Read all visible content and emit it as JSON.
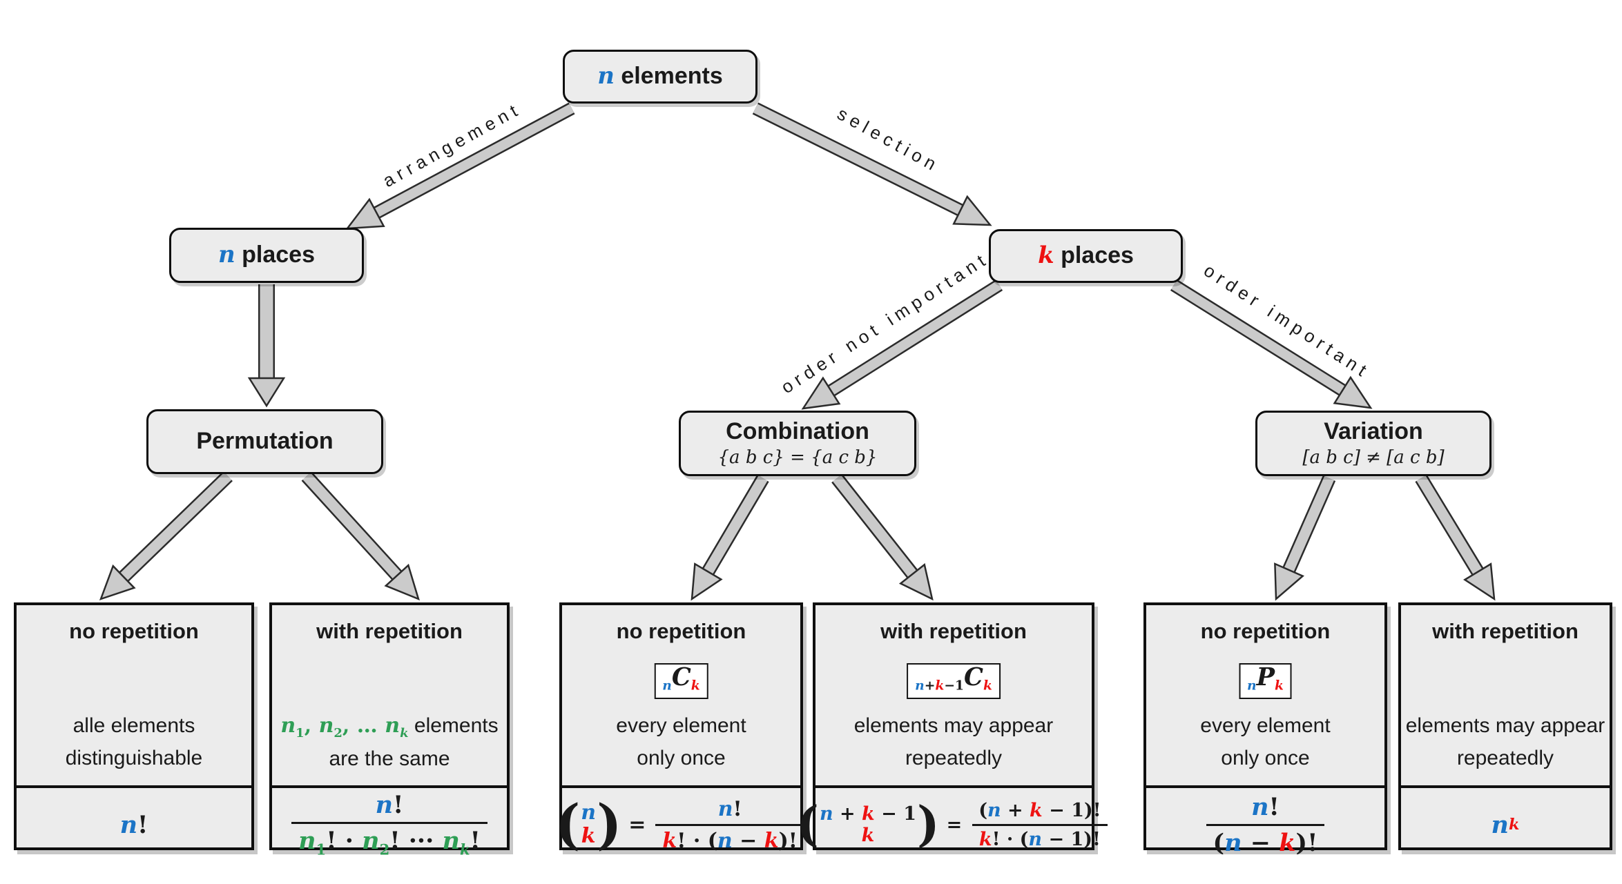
{
  "colors": {
    "blue": "#1b74c6",
    "red": "#ee1212",
    "green": "#2e9e55",
    "box_fill": "#ececec",
    "arrow_fill": "#cbcbcb",
    "arrow_stroke": "#2b2b2b"
  },
  "symbols": {
    "equals": "=",
    "lparen": "(",
    "rparen": ")"
  },
  "nodes": {
    "elements": {
      "title_tokens": [
        {
          "t": "n",
          "cls": "b v"
        },
        {
          "t": " elements",
          "cls": ""
        }
      ]
    },
    "nplaces": {
      "title_tokens": [
        {
          "t": "n",
          "cls": "b v"
        },
        {
          "t": " places",
          "cls": ""
        }
      ]
    },
    "kplaces": {
      "title_tokens": [
        {
          "t": "k",
          "cls": "r v"
        },
        {
          "t": " places",
          "cls": ""
        }
      ]
    },
    "permutation": {
      "title": "Permutation"
    },
    "combination": {
      "title": "Combination",
      "subtitle": "{a b c} = {a c b}"
    },
    "variation": {
      "title": "Variation",
      "subtitle": "[a b c] ≠ [a c b]"
    }
  },
  "edges": {
    "arrangement": "arrangement",
    "selection": "selection",
    "order_not_important": "order not important",
    "order_important": "order important"
  },
  "leaves": [
    {
      "title": "no repetition",
      "desc1": [
        {
          "t": "alle elements",
          "cls": ""
        }
      ],
      "desc2": [
        {
          "t": "distinguishable",
          "cls": ""
        }
      ],
      "formula": [
        {
          "t": "n",
          "cls": "b v"
        },
        {
          "t": "!",
          "cls": ""
        }
      ]
    },
    {
      "title": "with repetition",
      "desc1": [
        {
          "t": "n",
          "cls": "g v"
        },
        {
          "t": "1",
          "cls": "g sub"
        },
        {
          "t": ", ",
          "cls": "g"
        },
        {
          "t": "n",
          "cls": "g v"
        },
        {
          "t": "2",
          "cls": "g sub"
        },
        {
          "t": ", … ",
          "cls": "g"
        },
        {
          "t": "n",
          "cls": "g v"
        },
        {
          "t": "k",
          "cls": "g v sub"
        },
        {
          "t": " elements",
          "cls": ""
        }
      ],
      "desc2": [
        {
          "t": "are the same",
          "cls": ""
        }
      ],
      "frac_num": [
        {
          "t": "n",
          "cls": "b v"
        },
        {
          "t": "!",
          "cls": ""
        }
      ],
      "frac_den": [
        {
          "t": "n",
          "cls": "g v"
        },
        {
          "t": "1",
          "cls": "g sub"
        },
        {
          "t": "! · ",
          "cls": ""
        },
        {
          "t": "n",
          "cls": "g v"
        },
        {
          "t": "2",
          "cls": "g sub"
        },
        {
          "t": "! ··· ",
          "cls": ""
        },
        {
          "t": "n",
          "cls": "g v"
        },
        {
          "t": "k",
          "cls": "g v sub"
        },
        {
          "t": "!",
          "cls": ""
        }
      ]
    },
    {
      "title": "no repetition",
      "badge": [
        {
          "t": "n",
          "cls": "b v sub"
        },
        {
          "t": "C",
          "cls": "big"
        },
        {
          "t": "k",
          "cls": "r v sub"
        }
      ],
      "desc1": [
        {
          "t": "every element",
          "cls": ""
        }
      ],
      "desc2": [
        {
          "t": "only once",
          "cls": ""
        }
      ],
      "binom_top": [
        {
          "t": "n",
          "cls": "b v"
        }
      ],
      "binom_bottom": [
        {
          "t": "k",
          "cls": "r v"
        }
      ],
      "frac_num": [
        {
          "t": "n",
          "cls": "b v"
        },
        {
          "t": "!",
          "cls": ""
        }
      ],
      "frac_den": [
        {
          "t": "k",
          "cls": "r v"
        },
        {
          "t": "! · (",
          "cls": ""
        },
        {
          "t": "n",
          "cls": "b v"
        },
        {
          "t": " − ",
          "cls": ""
        },
        {
          "t": "k",
          "cls": "r v"
        },
        {
          "t": ")!",
          "cls": ""
        }
      ]
    },
    {
      "title": "with repetition",
      "badge": [
        {
          "t": "n",
          "cls": "b v sub"
        },
        {
          "t": "+",
          "cls": "sub"
        },
        {
          "t": "k",
          "cls": "r v sub"
        },
        {
          "t": "−1",
          "cls": "sub"
        },
        {
          "t": "C",
          "cls": "big"
        },
        {
          "t": "k",
          "cls": "r v sub"
        }
      ],
      "desc1": [
        {
          "t": "elements may appear",
          "cls": ""
        }
      ],
      "desc2": [
        {
          "t": "repeatedly",
          "cls": ""
        }
      ],
      "binom_top": [
        {
          "t": "n",
          "cls": "b v"
        },
        {
          "t": " + ",
          "cls": ""
        },
        {
          "t": "k",
          "cls": "r v"
        },
        {
          "t": " − 1",
          "cls": ""
        }
      ],
      "binom_bottom": [
        {
          "t": "k",
          "cls": "r v"
        }
      ],
      "frac_num": [
        {
          "t": "(",
          "cls": ""
        },
        {
          "t": "n",
          "cls": "b v"
        },
        {
          "t": " + ",
          "cls": ""
        },
        {
          "t": "k",
          "cls": "r v"
        },
        {
          "t": " − 1",
          "cls": ""
        },
        {
          "t": ")!",
          "cls": ""
        }
      ],
      "frac_den": [
        {
          "t": "k",
          "cls": "r v"
        },
        {
          "t": "! · (",
          "cls": ""
        },
        {
          "t": "n",
          "cls": "b v"
        },
        {
          "t": " − 1",
          "cls": ""
        },
        {
          "t": ")!",
          "cls": ""
        }
      ]
    },
    {
      "title": "no repetition",
      "badge": [
        {
          "t": "n",
          "cls": "b v sub"
        },
        {
          "t": "P",
          "cls": "big"
        },
        {
          "t": "k",
          "cls": "r v sub"
        }
      ],
      "desc1": [
        {
          "t": "every element",
          "cls": ""
        }
      ],
      "desc2": [
        {
          "t": "only once",
          "cls": ""
        }
      ],
      "frac_num": [
        {
          "t": "n",
          "cls": "b v"
        },
        {
          "t": "!",
          "cls": ""
        }
      ],
      "frac_den": [
        {
          "t": "(",
          "cls": ""
        },
        {
          "t": "n",
          "cls": "b v"
        },
        {
          "t": " − ",
          "cls": ""
        },
        {
          "t": "k",
          "cls": "r v"
        },
        {
          "t": ")!",
          "cls": ""
        }
      ]
    },
    {
      "title": "with repetition",
      "desc1": [
        {
          "t": "elements may appear",
          "cls": ""
        }
      ],
      "desc2": [
        {
          "t": "repeatedly",
          "cls": ""
        }
      ],
      "formula": [
        {
          "t": "n",
          "cls": "b v"
        },
        {
          "t": "k",
          "cls": "r v sup"
        }
      ]
    }
  ]
}
